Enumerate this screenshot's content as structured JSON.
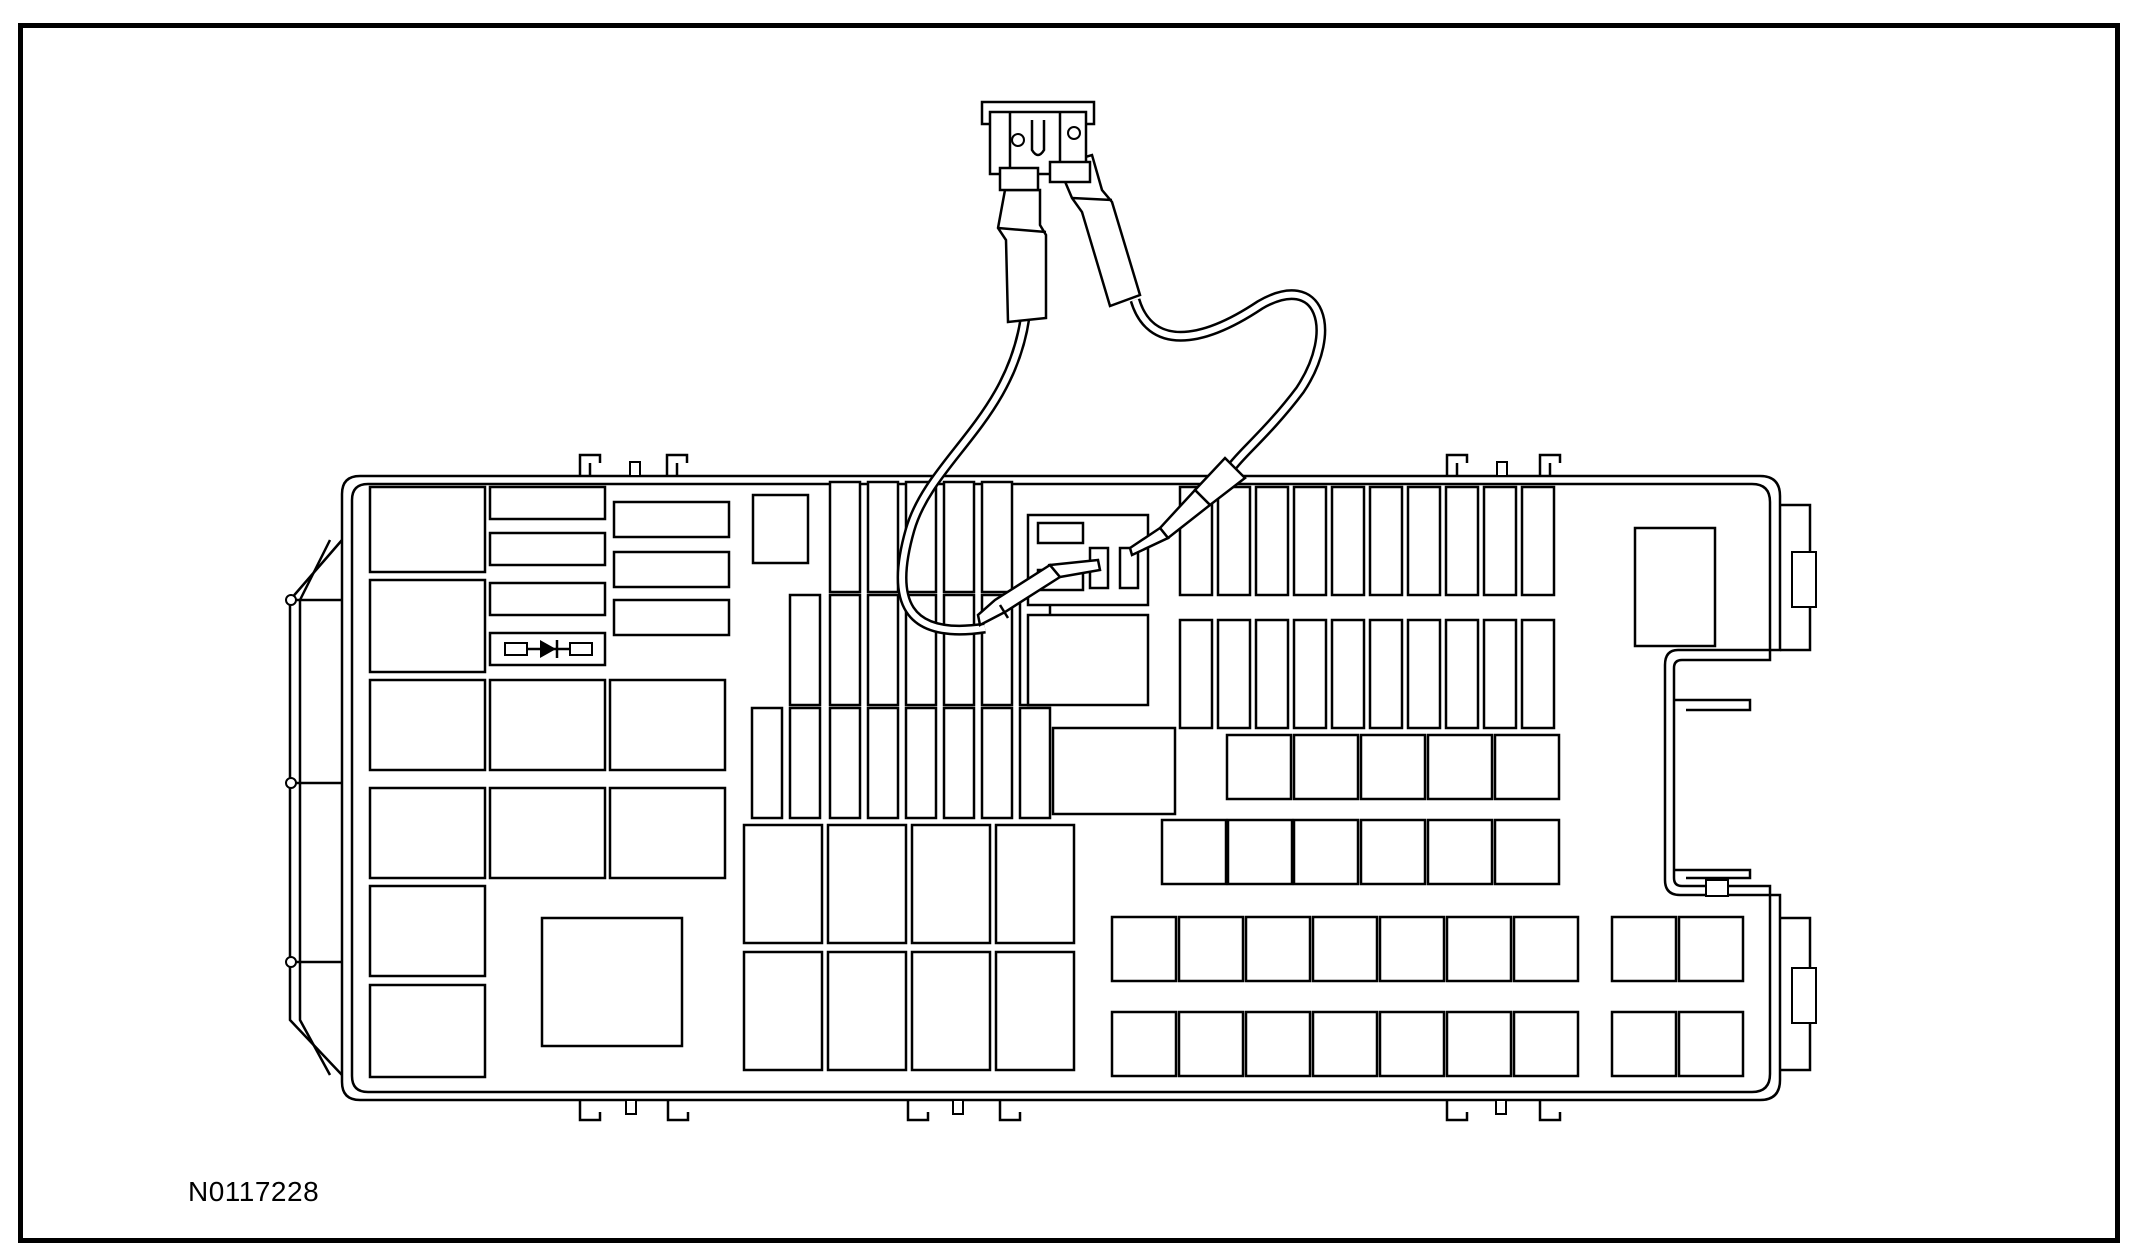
{
  "figure": {
    "id_label": "N0117228"
  },
  "parts": {
    "fuse_box": "fuse-relay-box",
    "jumper": "fused-jumper-wire",
    "fuse": "blade-fuse"
  },
  "colors": {
    "line": "#000000",
    "background": "#ffffff"
  }
}
